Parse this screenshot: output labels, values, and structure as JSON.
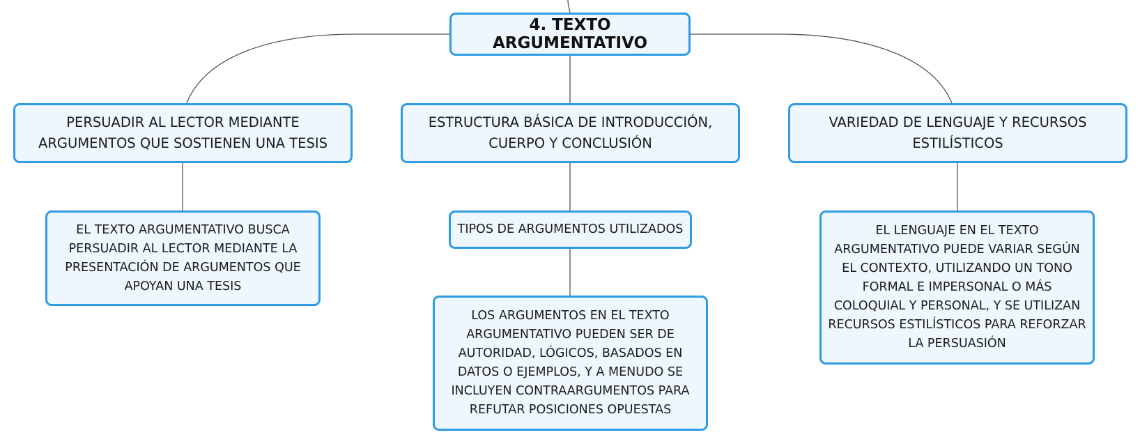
{
  "root": {
    "label": "4. TEXTO ARGUMENTATIVO"
  },
  "branches": [
    {
      "label": "PERSUADIR AL LECTOR MEDIANTE ARGUMENTOS QUE SOSTIENEN UNA TESIS",
      "children": [
        {
          "label": "EL TEXTO ARGUMENTATIVO BUSCA PERSUADIR AL LECTOR MEDIANTE LA PRESENTACIÓN DE ARGUMENTOS QUE APOYAN UNA TESIS"
        }
      ]
    },
    {
      "label": "ESTRUCTURA BÁSICA DE INTRODUCCIÓN, CUERPO Y CONCLUSIÓN",
      "children": [
        {
          "label": "TIPOS DE ARGUMENTOS UTILIZADOS",
          "children": [
            {
              "label": "LOS ARGUMENTOS EN EL TEXTO ARGUMENTATIVO PUEDEN SER DE AUTORIDAD, LÓGICOS, BASADOS EN DATOS O EJEMPLOS, Y A MENUDO SE INCLUYEN CONTRAARGUMENTOS PARA REFUTAR POSICIONES OPUESTAS"
            }
          ]
        }
      ]
    },
    {
      "label": "VARIEDAD DE LENGUAJE Y RECURSOS ESTILÍSTICOS",
      "children": [
        {
          "label": "EL LENGUAJE EN EL TEXTO ARGUMENTATIVO PUEDE VARIAR SEGÚN EL CONTEXTO, UTILIZANDO UN TONO FORMAL E IMPERSONAL O MÁS COLOQUIAL Y PERSONAL, Y SE UTILIZAN RECURSOS ESTILÍSTICOS PARA REFORZAR LA PERSUASIÓN"
        }
      ]
    }
  ],
  "colors": {
    "node_border": "#2e9be3",
    "node_fill": "#eef7fd",
    "connector": "#555555",
    "text": "#1c1c1c"
  }
}
